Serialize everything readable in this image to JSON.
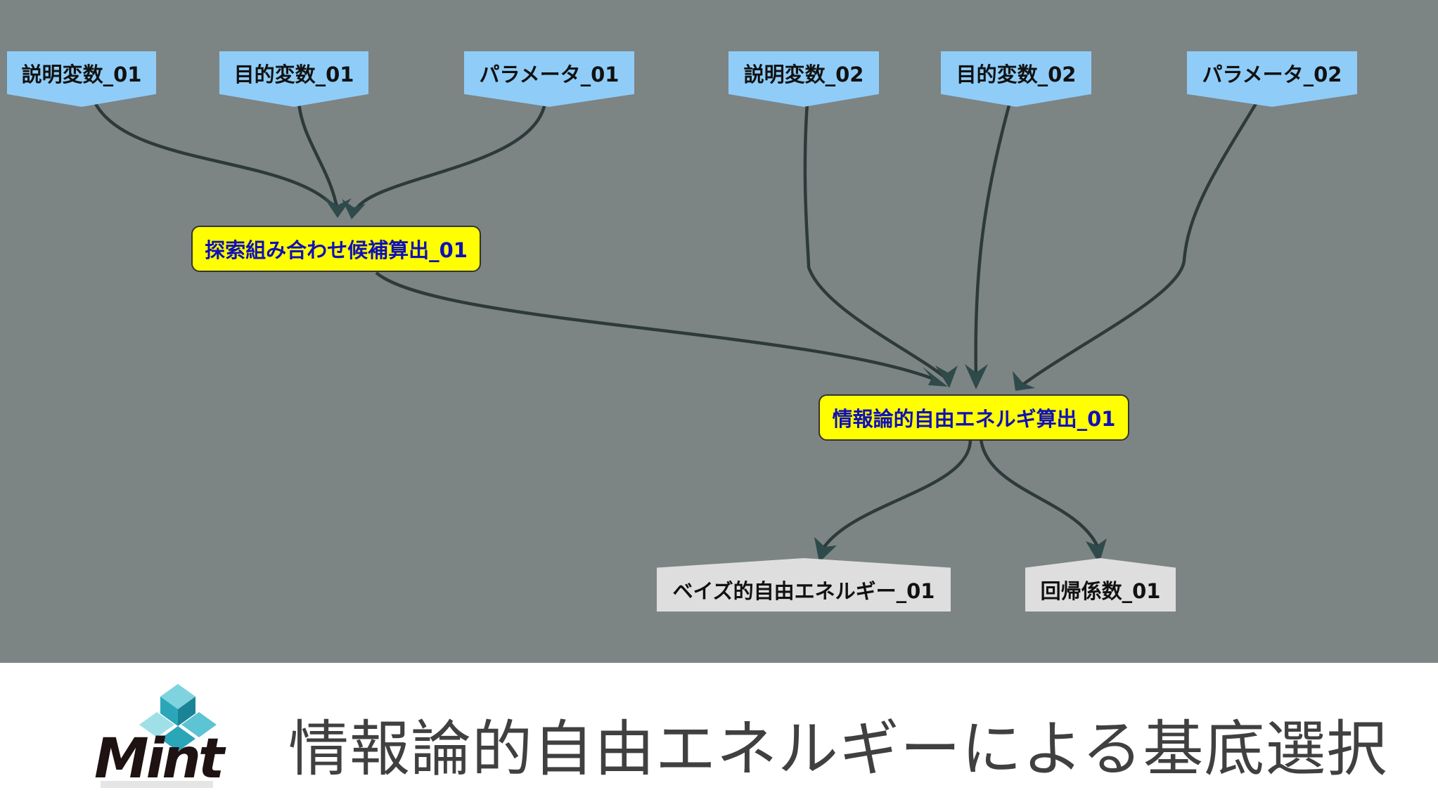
{
  "diagram": {
    "input_nodes_1": [
      "説明変数_01",
      "目的変数_01",
      "パラメータ_01"
    ],
    "process_node_1": "探索組み合わせ候補算出_01",
    "input_nodes_2": [
      "説明変数_02",
      "目的変数_02",
      "パラメータ_02"
    ],
    "process_node_2": "情報論的自由エネルギ算出_01",
    "output_nodes": [
      "ベイズ的自由エネルギー_01",
      "回帰係数_01"
    ],
    "colors": {
      "canvas_background": "#dde5e5",
      "parameter_node": "#8fcdf8",
      "process_node": "#ffff00",
      "process_text": "#1010b8",
      "output_node": "#dedede",
      "edge": "#2d3a3a"
    }
  },
  "footer": {
    "logo_text": "Mint",
    "title": "情報論的自由エネルギーによる基底選択"
  }
}
